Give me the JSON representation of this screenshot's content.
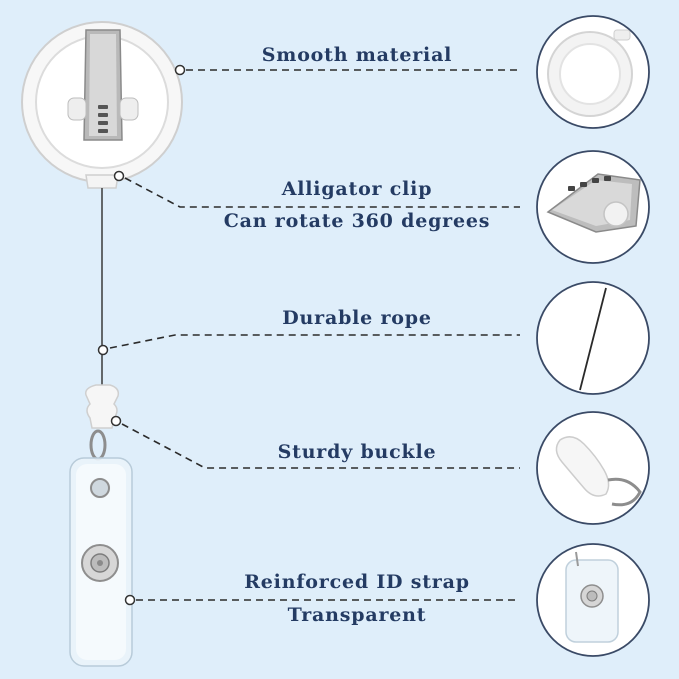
{
  "features": [
    {
      "lines": [
        "Smooth material"
      ]
    },
    {
      "lines": [
        "Alligator clip",
        "Can rotate 360 degrees"
      ]
    },
    {
      "lines": [
        "Durable rope"
      ]
    },
    {
      "lines": [
        "Sturdy buckle"
      ]
    },
    {
      "lines": [
        "Reinforced ID strap",
        "Transparent"
      ]
    }
  ],
  "colors": {
    "background": "#dfeefa",
    "label_text": "#243b63",
    "dashed_line": "#2b2b2b",
    "circle_border": "#3a4a66"
  },
  "icons": [
    "badge-reel-body",
    "alligator-clip",
    "retractable-cord",
    "buckle-link",
    "clear-id-strap"
  ]
}
